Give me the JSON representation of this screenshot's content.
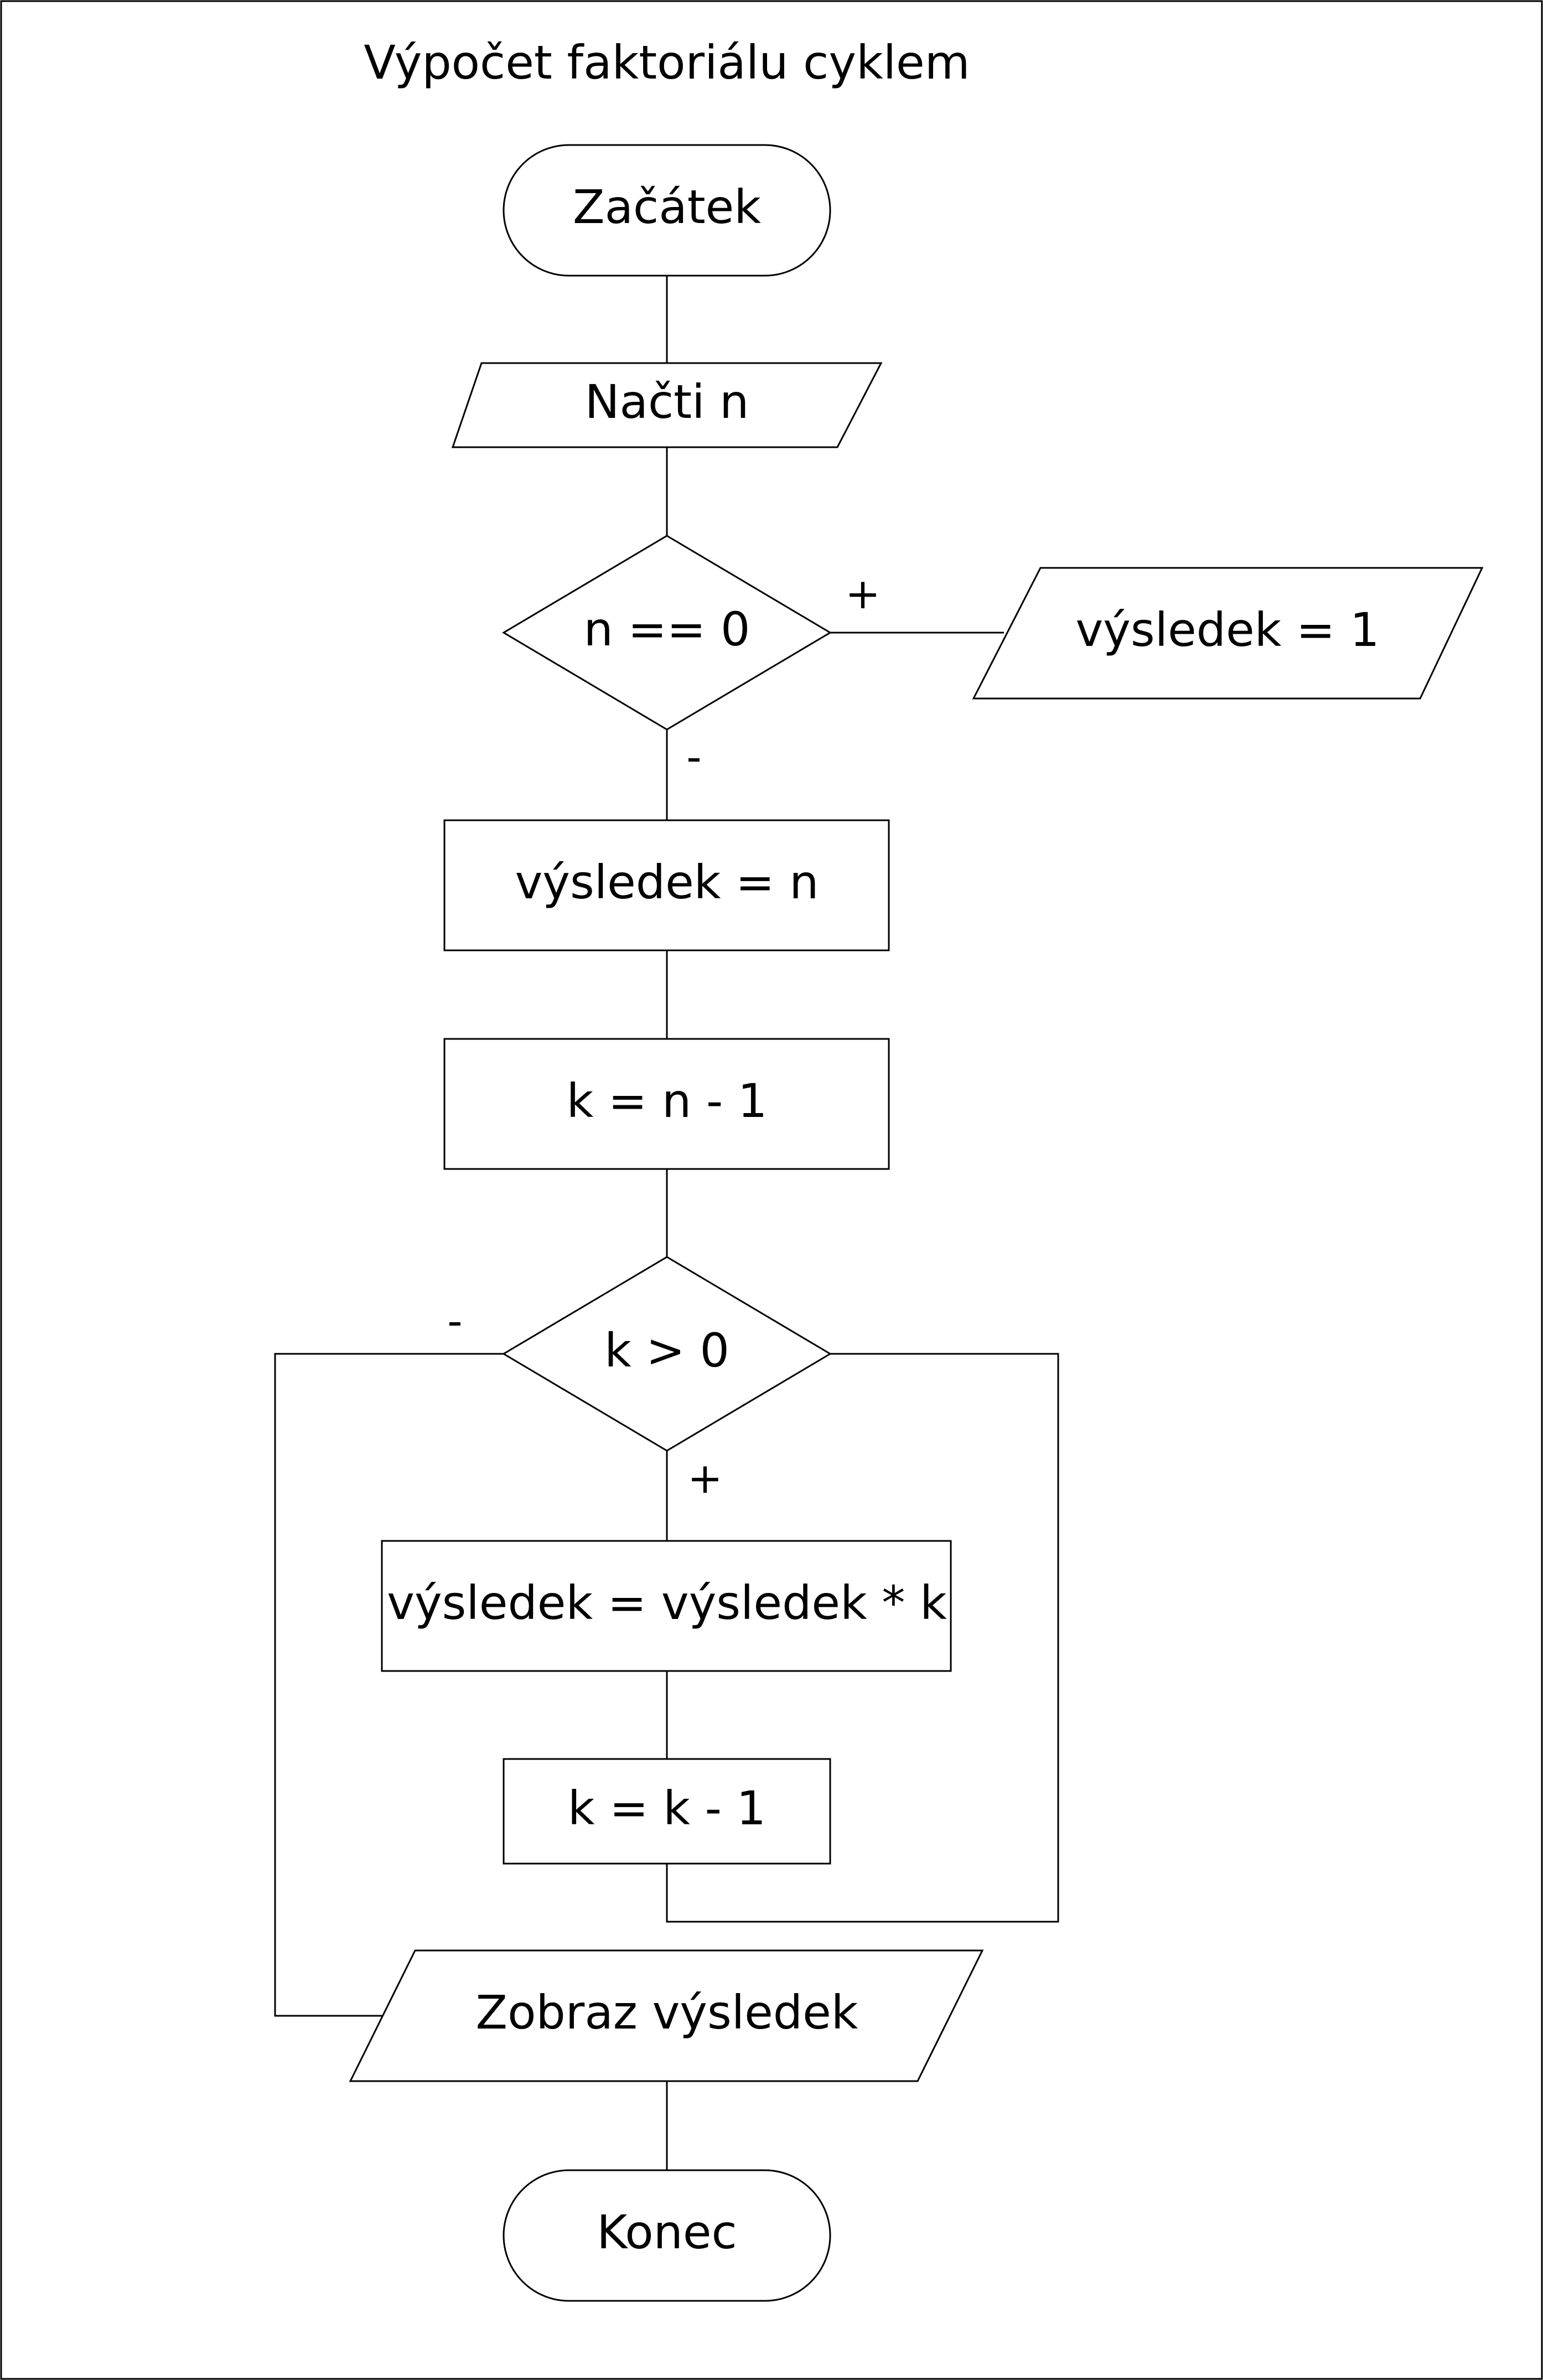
{
  "title": "Výpočet faktoriálu cyklem",
  "nodes": {
    "start": "Začátek",
    "read_n": "Načti n",
    "check_n_zero": "n == 0",
    "result_one": "výsledek = 1",
    "result_n": "výsledek = n",
    "k_init": "k = n - 1",
    "check_k": "k > 0",
    "multiply": "výsledek = výsledek * k",
    "decrement": "k = k - 1",
    "show_result": "Zobraz výsledek",
    "end": "Konec"
  },
  "branches": {
    "n_zero_yes": "+",
    "n_zero_no": "-",
    "k_positive_no": "-",
    "k_positive_yes": "+"
  }
}
